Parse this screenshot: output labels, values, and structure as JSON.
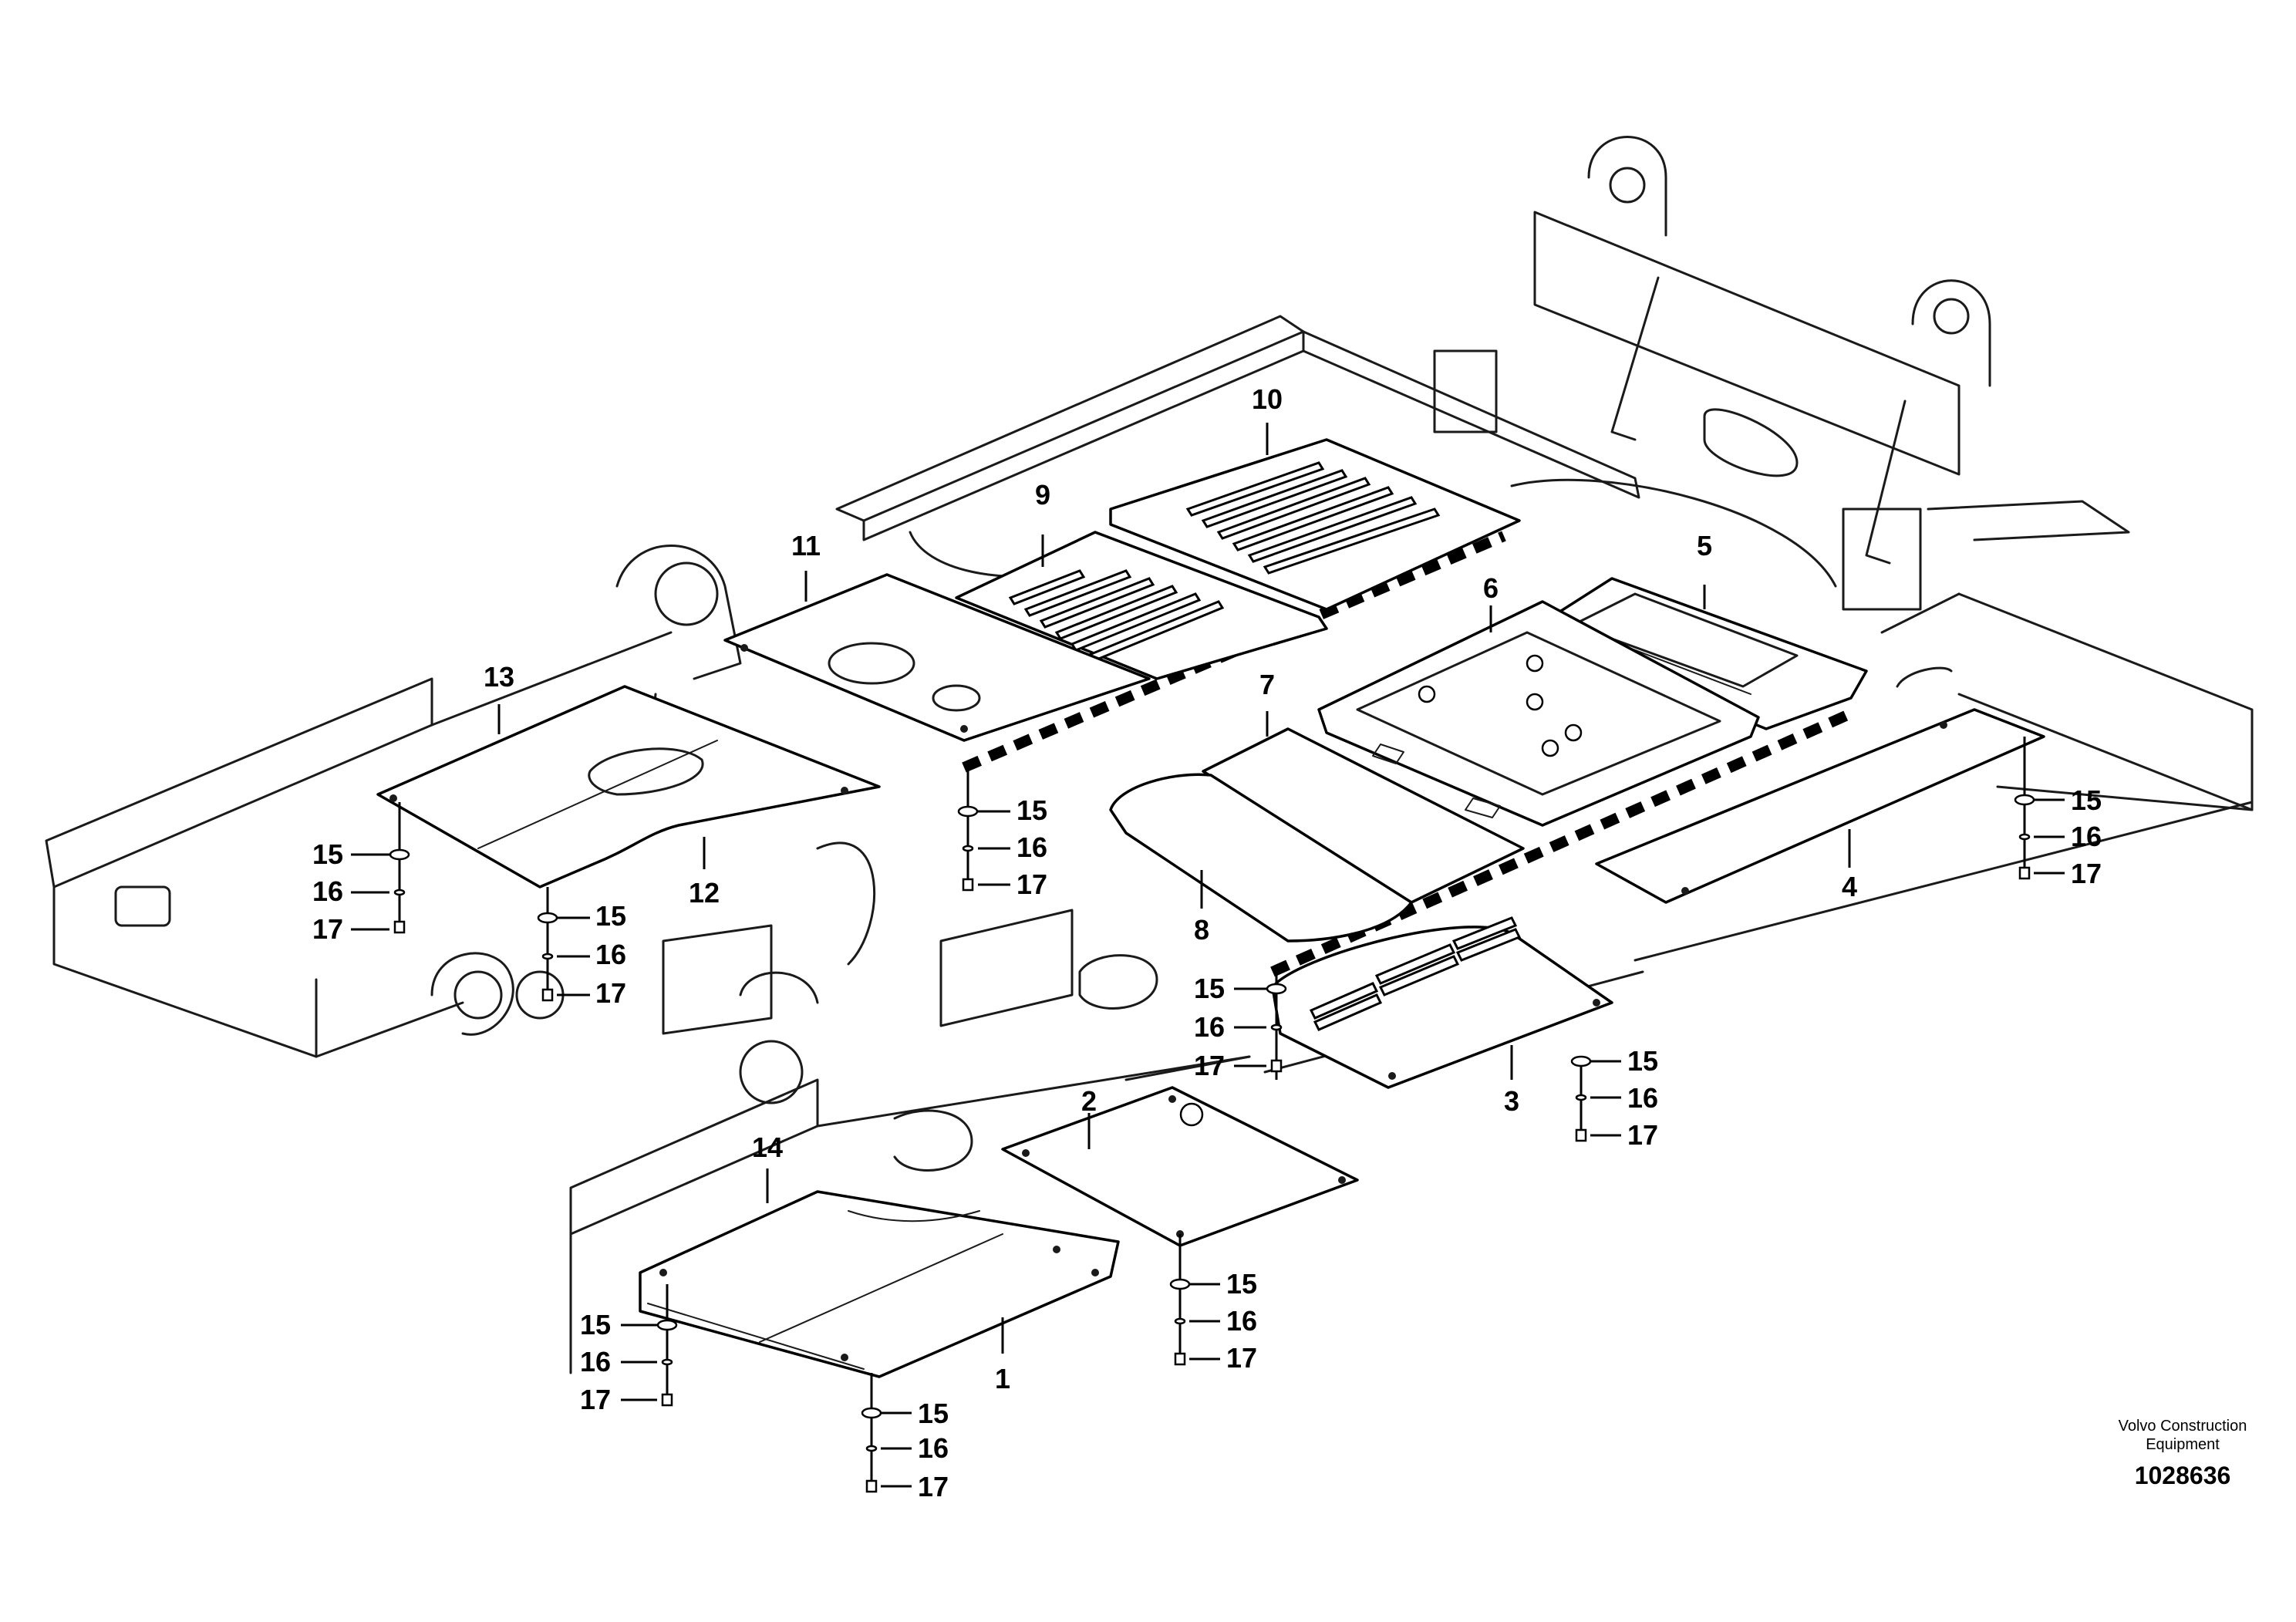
{
  "callouts": {
    "c1": "1",
    "c2": "2",
    "c3": "3",
    "c4": "4",
    "c5": "5",
    "c6": "6",
    "c7": "7",
    "c8": "8",
    "c9": "9",
    "c10": "10",
    "c11": "11",
    "c12": "12",
    "c13": "13",
    "c14": "14",
    "washer": "15",
    "lockwasher": "16",
    "screw": "17"
  },
  "credit": {
    "company": "Volvo Construction Equipment",
    "document_number": "1028636"
  }
}
